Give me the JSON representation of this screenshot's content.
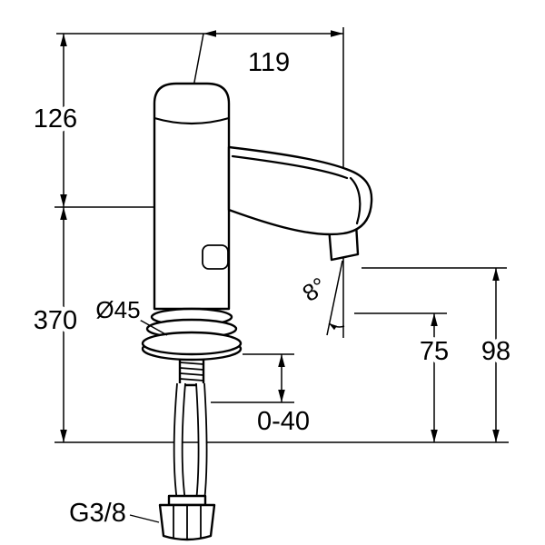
{
  "drawing": {
    "labels": {
      "projection": "119",
      "upper_height": "126",
      "total_height": "370",
      "diameter": "Ø45",
      "angle": "8°",
      "deck_range": "0-40",
      "outlet_height": "75",
      "spout_height": "98",
      "thread": "G3/8"
    },
    "colors": {
      "line": "#000000",
      "background": "#ffffff"
    }
  }
}
